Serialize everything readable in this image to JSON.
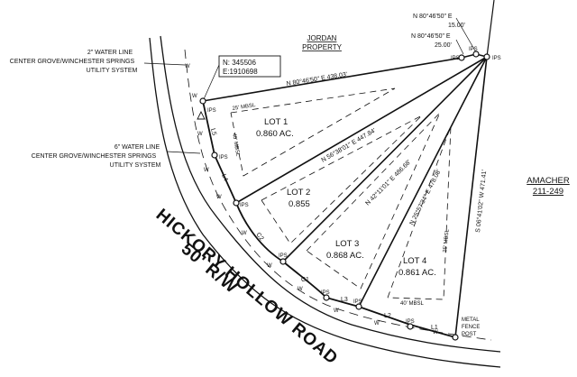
{
  "labels": {
    "water_2in": [
      "2\" WATER LINE",
      "CENTER GROVE/WINCHESTER SPRINGS",
      "UTILITY SYSTEM"
    ],
    "water_6in": [
      "6\" WATER LINE",
      "CENTER GROVE/WINCHESTER SPRINGS",
      "UTILITY SYSTEM"
    ],
    "coords": [
      "N: 345506",
      "E:1910698"
    ],
    "jordan": [
      "JORDAN",
      "PROPERTY"
    ],
    "amacher": [
      "AMACHER",
      "211-249"
    ],
    "road": [
      "HICKORY HOLLOW ROAD",
      "50' R/W"
    ],
    "bearing_top1": [
      "N 80°46'50\" E",
      "15.00'"
    ],
    "bearing_top2": [
      "N 80°46'50\" E",
      "25.00'"
    ],
    "north_line": "N 80°46'50\" E  438.03'",
    "east_line": "S 06°41'02\" W  471.41'",
    "line_12": "N 56°38'01\" E  447.84'",
    "line_23": "N 42°11'01\" E  486.68'",
    "line_34": "N 25°57'34\" E  478.08'",
    "mbsl_25": "25' MBSL",
    "mbsl_40": "40' MBSL",
    "metal_post": [
      "METAL",
      "FENCE",
      "POST"
    ]
  },
  "lots": [
    {
      "name": "LOT 1",
      "area": "0.860 AC."
    },
    {
      "name": "LOT 2",
      "area": "0.855"
    },
    {
      "name": "LOT 3",
      "area": "0.868 AC."
    },
    {
      "name": "LOT 4",
      "area": "0.861 AC."
    }
  ],
  "segments": {
    "L1": "L1",
    "L2": "L2",
    "L3": "L3",
    "L4": "L4",
    "L5": "L5",
    "C1": "C1",
    "C2": "C2"
  },
  "ips_label": "IPS",
  "line_symbol": "W"
}
